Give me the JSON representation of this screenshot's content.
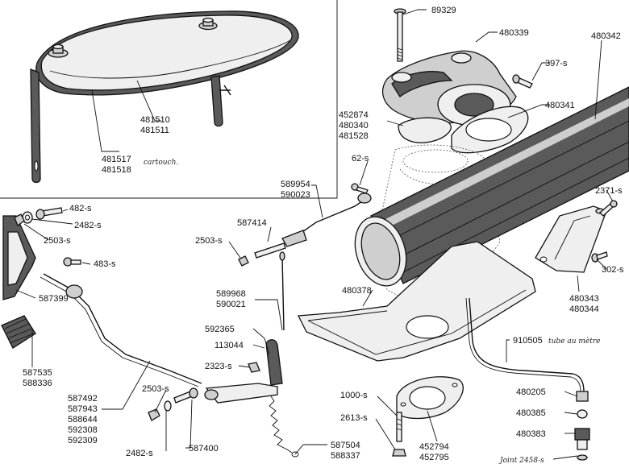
{
  "labels": {
    "l89329": "89329",
    "l480339": "480339",
    "l480342": "480342",
    "l397s": "397-s",
    "l480341": "480341",
    "l452874": "452874",
    "l480340": "480340",
    "l481528": "481528",
    "l481510": "481510",
    "l481511": "481511",
    "l481517": "481517",
    "l481518": "481518",
    "cartouche": "cartouch.",
    "l62s": "62-s",
    "l589954": "589954",
    "l590023": "590023",
    "l2371s": "2371-s",
    "l482s": "482-s",
    "l2482s_top": "2482-s",
    "l2503s_left": "2503-s",
    "l483s": "483-s",
    "l587399": "587399",
    "l587414": "587414",
    "l2503s_mid": "2503-s",
    "l302s": "302-s",
    "l480343": "480343",
    "l480344": "480344",
    "l589968": "589968",
    "l590021": "590021",
    "l480378": "480378",
    "l592365": "592365",
    "l113044": "113044",
    "l2323s": "2323-s",
    "l587535": "587535",
    "l588336": "588336",
    "l910505": "910505",
    "tube_note": "tube au mètre",
    "l587492": "587492",
    "l587943": "587943",
    "l588644": "588644",
    "l592308": "592308",
    "l592309": "592309",
    "l2503s_bot": "2503-s",
    "l1000s": "1000-s",
    "l480205": "480205",
    "l2613s": "2613-s",
    "l480385": "480385",
    "l452794": "452794",
    "l452795": "452795",
    "l480383": "480383",
    "l2482s_bot": "2482-s",
    "l587400": "587400",
    "l587504": "587504",
    "l588337": "588337",
    "joint": "Joint 2458-s"
  }
}
